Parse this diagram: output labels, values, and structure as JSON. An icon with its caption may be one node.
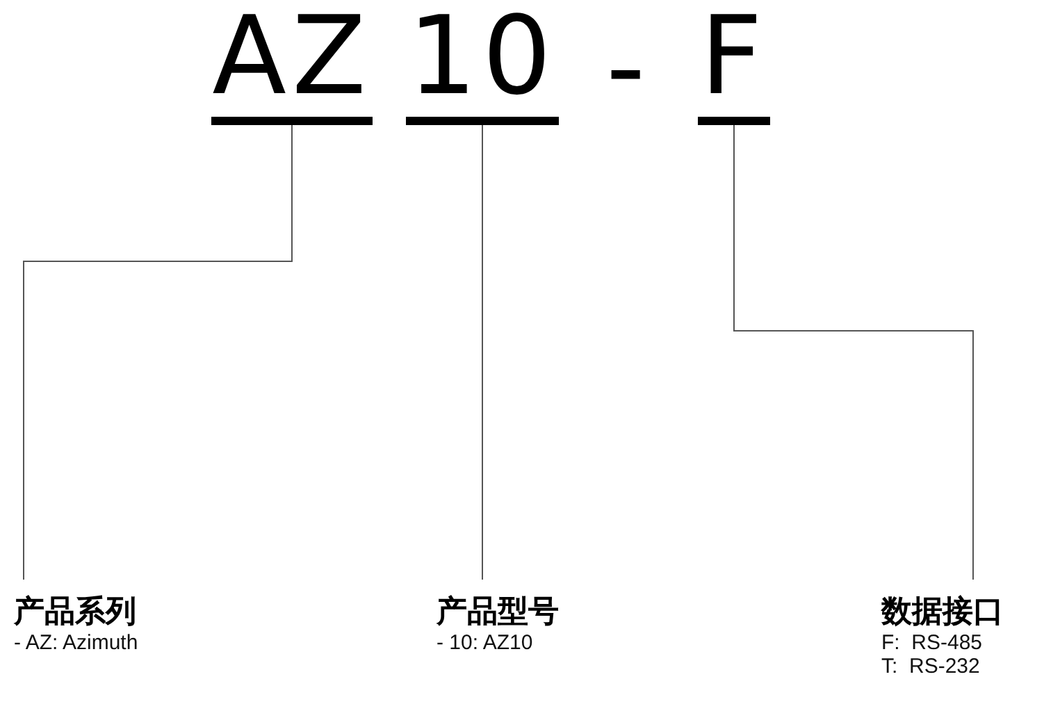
{
  "diagram": {
    "nodes": [
      {
        "text": [
          "AZ"
        ]
      },
      {
        "text": [
          "10"
        ]
      },
      {
        "text": [
          "F"
        ]
      },
      {
        "text": [
          "产品系列",
          "- AZ: Azimuth"
        ]
      },
      {
        "text": [
          "产品型号",
          "- 10: AZ10"
        ]
      },
      {
        "text": [
          "数据接口",
          "F:  RS-485",
          "T:  RS-232"
        ]
      }
    ],
    "edges": [
      {
        "from": 0,
        "to": 3,
        "arrow": "none"
      },
      {
        "from": 1,
        "to": 4,
        "arrow": "none"
      },
      {
        "from": 2,
        "to": 5,
        "arrow": "none"
      }
    ],
    "labels": [
      "-"
    ]
  }
}
